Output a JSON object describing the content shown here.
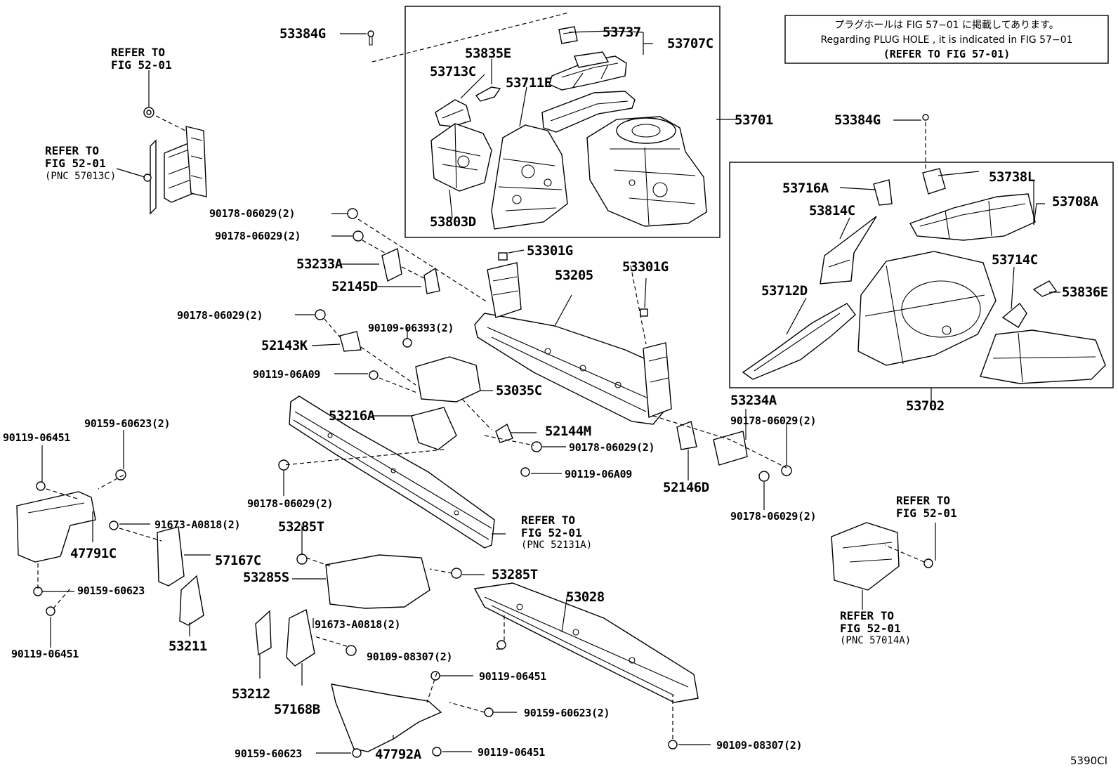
{
  "notice": {
    "line_jp": "プラグホールは FIG 57−01 に掲載してあります。",
    "line_en": "Regarding  PLUG  HOLE , it is indicated in FIG  57−01",
    "line_ref": "(REFER TO FIG 57-01)"
  },
  "figure_code": "5390CI",
  "refs": {
    "tl_a_1": "REFER TO",
    "tl_a_2": "FIG 52-01",
    "tl_b_1": "REFER TO",
    "tl_b_2": "FIG 52-01",
    "tl_b_3": "(PNC 57013C)",
    "mid_1": "REFER TO",
    "mid_2": "FIG 52-01",
    "mid_3": "(PNC 52131A)",
    "r_a_1": "REFER TO",
    "r_a_2": "FIG 52-01",
    "r_b_1": "REFER TO",
    "r_b_2": "FIG 52-01",
    "r_b_3": "(PNC 57014A)"
  },
  "parts": {
    "p53384G_a": "53384G",
    "p53737": "53737",
    "p53707C": "53707C",
    "p53835E": "53835E",
    "p53713C": "53713C",
    "p53711E": "53711E",
    "p53701": "53701",
    "p53803D": "53803D",
    "p53384G_b": "53384G",
    "p53716A": "53716A",
    "p53738L": "53738L",
    "p53708A": "53708A",
    "p53814C": "53814C",
    "p53714C": "53714C",
    "p53712D": "53712D",
    "p53836E": "53836E",
    "p53702": "53702",
    "p53234A": "53234A",
    "f90178_1": "90178-06029(2)",
    "f90178_2": "90178-06029(2)",
    "p53233A": "53233A",
    "p52145D": "52145D",
    "p53301G_a": "53301G",
    "p53205": "53205",
    "p53301G_b": "53301G",
    "f90178_3": "90178-06029(2)",
    "f90109_06393": "90109-06393(2)",
    "p52143K": "52143K",
    "f90119_06A09_a": "90119-06A09",
    "p53035C": "53035C",
    "p53216A": "53216A",
    "p52144M": "52144M",
    "f90178_4": "90178-06029(2)",
    "f90119_06A09_b": "90119-06A09",
    "p52146D": "52146D",
    "f90178_5": "90178-06029(2)",
    "f90178_6": "90178-06029(2)",
    "f90178_7": "90178-06029(2)",
    "f90159_60623_2": "90159-60623(2)",
    "f90119_06451_a": "90119-06451",
    "f91673_a": "91673-A0818(2)",
    "p47791C": "47791C",
    "p57167C": "57167C",
    "f90159_60623_a": "90159-60623",
    "f90119_06451_b": "90119-06451",
    "p53211": "53211",
    "p53285T_a": "53285T",
    "p53285S": "53285S",
    "p53285T_b": "53285T",
    "p53028": "53028",
    "f91673_b": "91673-A0818(2)",
    "f90109_08307_a": "90109-08307(2)",
    "f90119_06451_c": "90119-06451",
    "p53212": "53212",
    "p57168B": "57168B",
    "f90159_60623_b": "90159-60623(2)",
    "f90159_60623_c": "90159-60623",
    "p47792A": "47792A",
    "f90119_06451_d": "90119-06451",
    "f90109_08307_b": "90109-08307(2)"
  }
}
